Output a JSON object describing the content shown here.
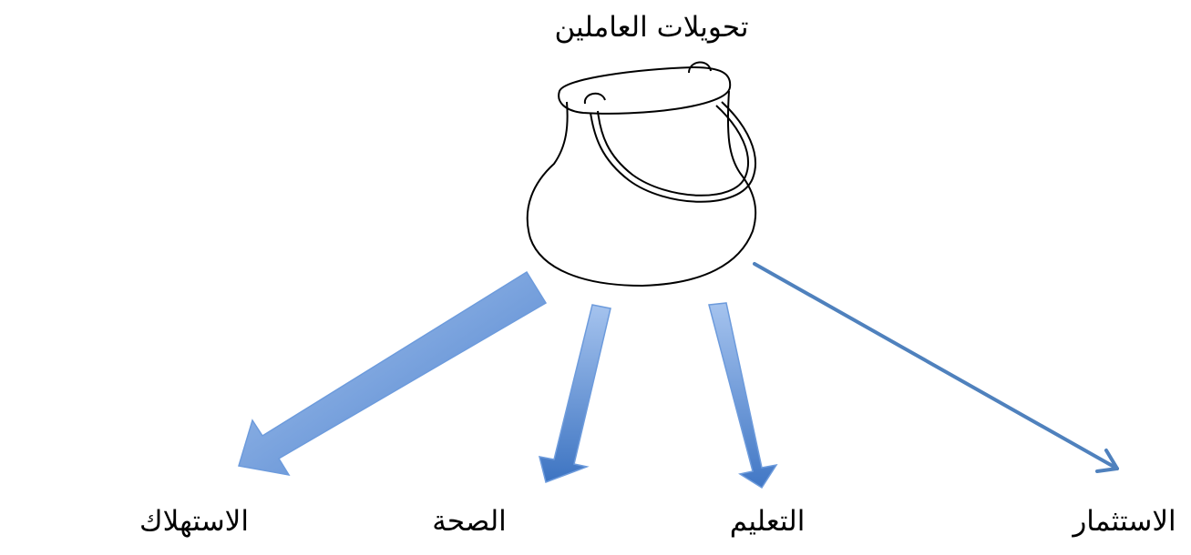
{
  "title": "تحويلات العاملين",
  "pot_icon": "pot-icon",
  "destinations": [
    {
      "label": "الاستهلاك"
    },
    {
      "label": "الصحة"
    },
    {
      "label": "التعليم"
    },
    {
      "label": "الاستثمار"
    }
  ],
  "colors": {
    "arrow_fill_light": "#8db3e8",
    "arrow_fill_dark": "#3f76c4",
    "arrow_stroke": "#5b8ed6",
    "line_arrow": "#4f81bd",
    "text": "#000000"
  }
}
